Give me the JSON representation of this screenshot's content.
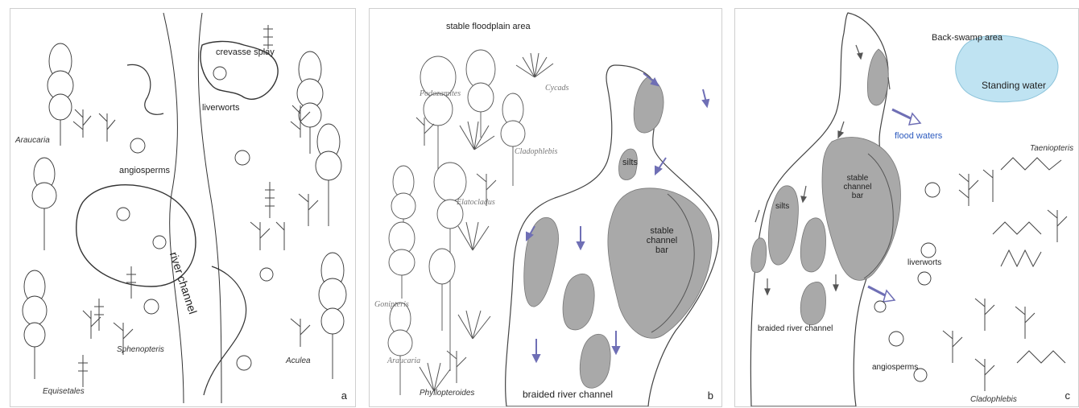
{
  "panel_a": {
    "letter": "a",
    "labels": {
      "crevasse_splay": "crevasse splay",
      "liverworts": "liverworts",
      "angiosperms": "angiosperms",
      "river_channel": "river channel",
      "araucaria": "Araucaria",
      "sphenopteris": "Sphenopteris",
      "aculea": "Aculea",
      "equisetales": "Equisetales"
    }
  },
  "panel_b": {
    "letter": "b",
    "labels": {
      "stable_floodplain": "stable floodplain area",
      "podozamites": "Podozamites",
      "cycads": "Cycads",
      "cladophlebis": "Cladophlebis",
      "silts": "silts",
      "elatocladus": "Elatocladus",
      "stable_channel_bar_1": "stable",
      "stable_channel_bar_2": "channel",
      "stable_channel_bar_3": "bar",
      "gonipteris": "Gonipteris",
      "araucaria": "Araucaria",
      "phyllopteroides": "Phyllopteroides",
      "braided_river_channel": "braided river channel"
    }
  },
  "panel_c": {
    "letter": "c",
    "labels": {
      "back_swamp": "Back-swamp area",
      "standing_water": "Standing water",
      "flood_waters": "flood waters",
      "taeniopteris": "Taeniopteris",
      "silts": "silts",
      "stable_channel_bar_1": "stable",
      "stable_channel_bar_2": "channel",
      "stable_channel_bar_3": "bar",
      "liverworts": "liverworts",
      "braided_river_channel": "braided river channel",
      "angiosperms": "angiosperms",
      "cladophlebis": "Cladophlebis"
    }
  },
  "colors": {
    "channel_bar_fill": "#a9a9a9",
    "arrow": "#6f6fb5",
    "water": "#bfe3f2",
    "flood_text": "#2d5bbf"
  }
}
